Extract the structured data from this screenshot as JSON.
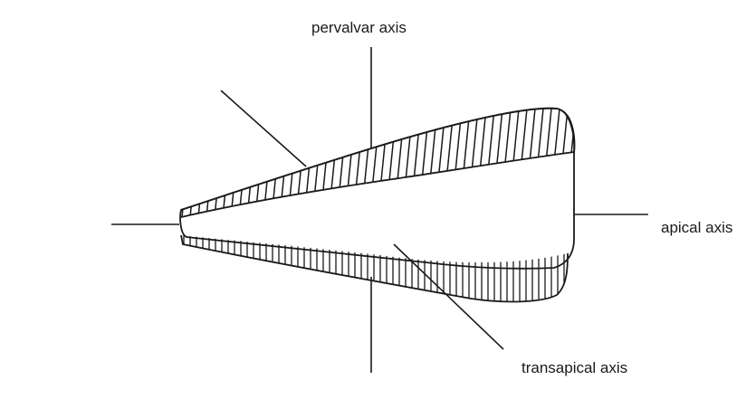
{
  "labels": {
    "pervalvar_axis": "pervalvar axis",
    "apical_axis": "apical axis",
    "transapical_axis": "transapical axis"
  },
  "colors": {
    "ink": "#1a1a1a",
    "background": "#ffffff"
  }
}
